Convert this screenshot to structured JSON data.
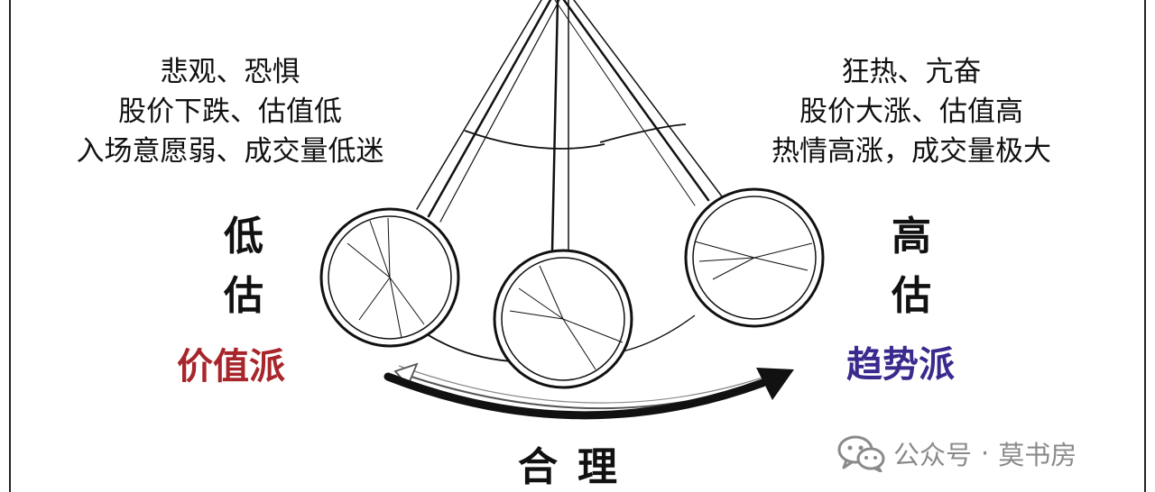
{
  "left": {
    "lines": [
      "悲观、恐惧",
      "股价下跌、估值低",
      "入场意愿弱、成交量低迷"
    ],
    "valuation_chars": [
      "低",
      "估"
    ],
    "school": "价值派",
    "school_color": "#a8262b"
  },
  "right": {
    "lines": [
      "狂热、亢奋",
      "股价大涨、估值高",
      "热情高涨，成交量极大"
    ],
    "valuation_chars": [
      "高",
      "估"
    ],
    "school": "趋势派",
    "school_color": "#3a2a8e"
  },
  "bottom": {
    "label": "合理"
  },
  "watermark": {
    "icon": "wechat-icon",
    "platform": "公众号",
    "separator": "·",
    "account": "莫书房",
    "color": "#8a8a8a"
  }
}
